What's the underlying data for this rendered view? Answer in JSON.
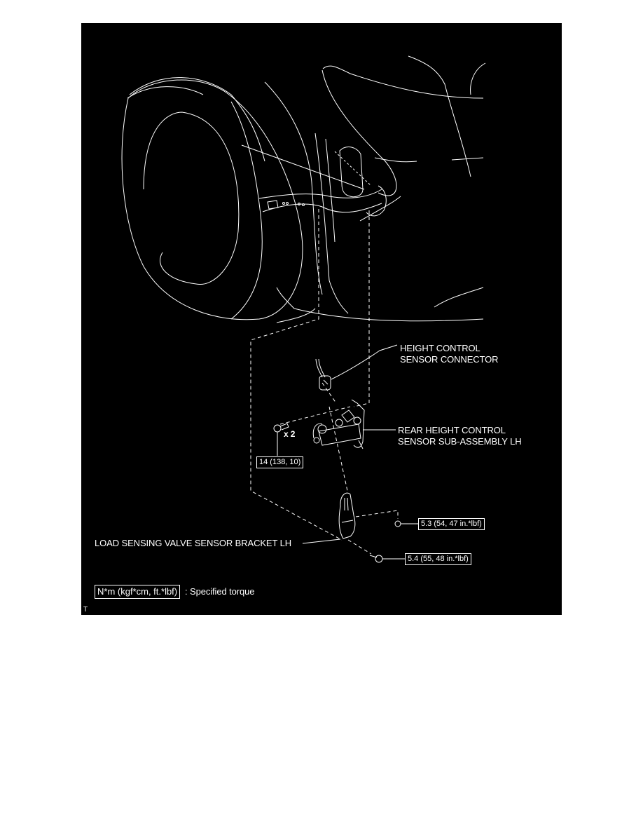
{
  "diagram": {
    "colors": {
      "background": "#000000",
      "lines": "#ffffff",
      "page": "#ffffff"
    },
    "callouts": [
      {
        "id": "height-control-sensor-connector",
        "line1": "HEIGHT CONTROL",
        "line2": "SENSOR CONNECTOR"
      },
      {
        "id": "rear-height-control-sensor",
        "line1": "REAR HEIGHT CONTROL",
        "line2": "SENSOR SUB-ASSEMBLY LH"
      },
      {
        "id": "load-sensing-bracket",
        "line1": "LOAD SENSING VALVE SENSOR BRACKET LH"
      }
    ],
    "quantity": "x 2",
    "torques": [
      {
        "id": "bolt-x2",
        "value": "14 (138, 10)"
      },
      {
        "id": "nut",
        "value": "5.3 (54, 47 in.*lbf)"
      },
      {
        "id": "bolt",
        "value": "5.4 (55, 48 in.*lbf)"
      }
    ],
    "legend": {
      "unit_box": "N*m (kgf*cm, ft.*lbf)",
      "description": ": Specified torque"
    },
    "corner_mark": "T"
  }
}
